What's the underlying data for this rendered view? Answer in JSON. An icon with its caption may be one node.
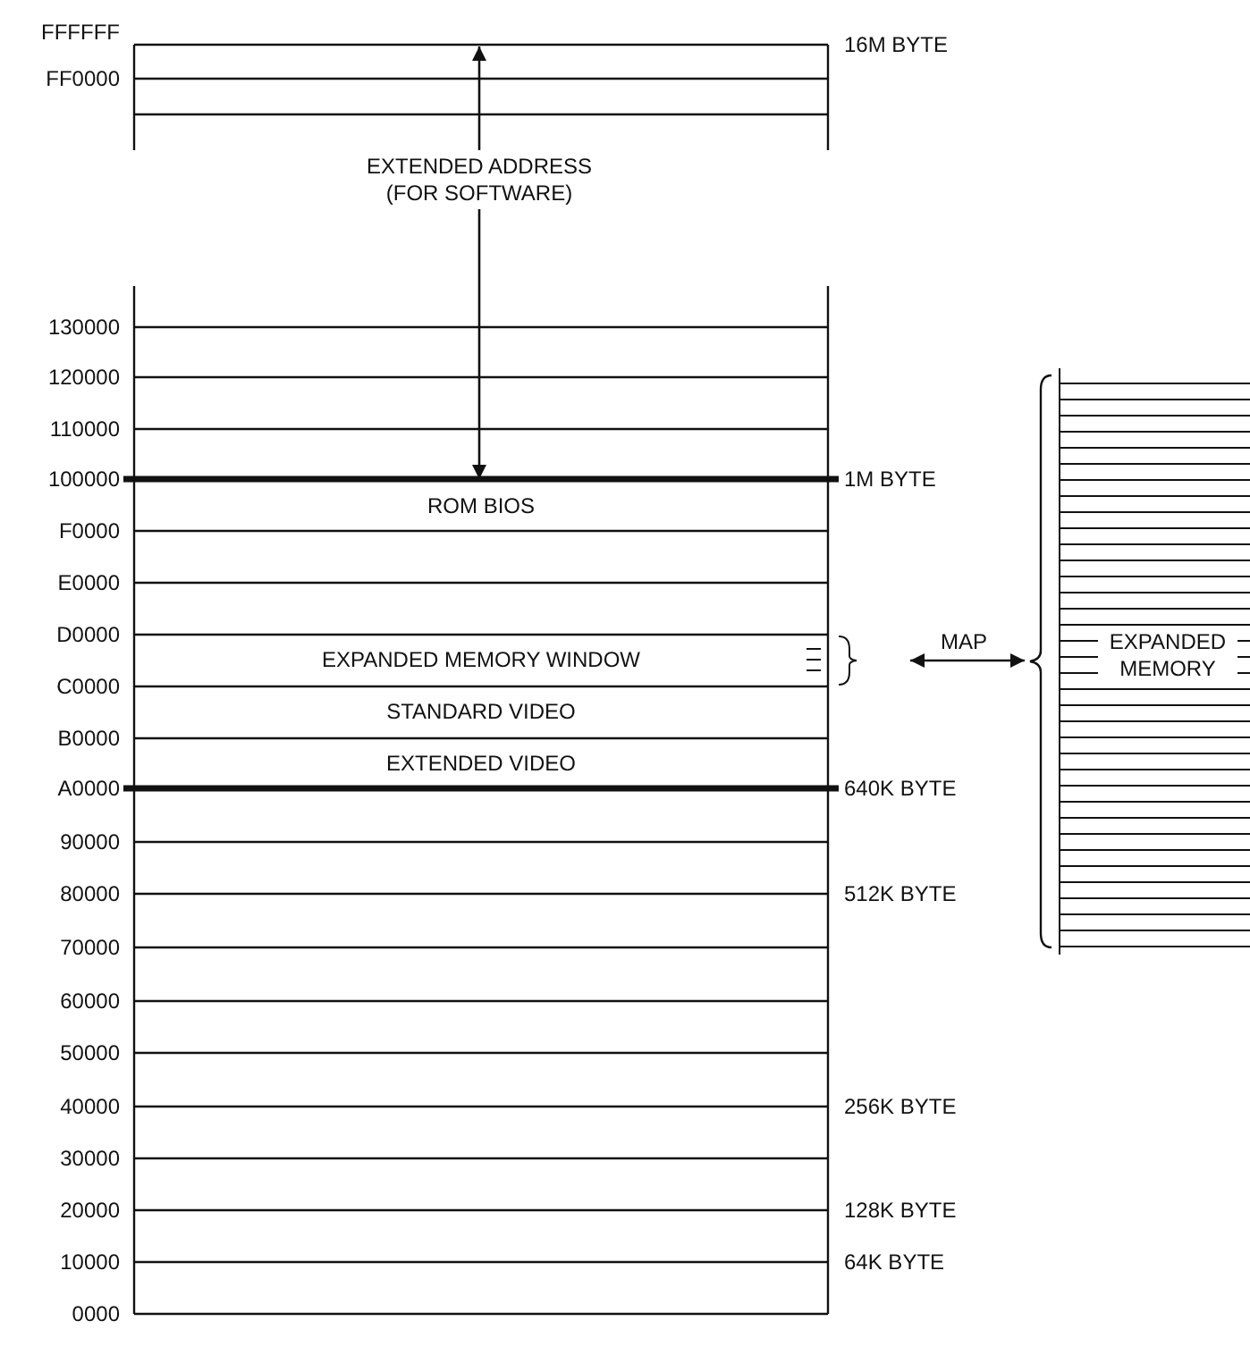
{
  "diagram": {
    "nodes": [
      {
        "text": [
          "EXTENDED ADDRESS (FOR SOFTWARE)"
        ]
      },
      {
        "text": [
          "ROM BIOS"
        ]
      },
      {
        "text": [
          "EXPANDED MEMORY WINDOW"
        ]
      },
      {
        "text": [
          "STANDARD VIDEO"
        ]
      },
      {
        "text": [
          "EXTENDED VIDEO"
        ]
      },
      {
        "text": [
          "EXPANDED MEMORY"
        ]
      }
    ],
    "edges": [
      {
        "from": 0,
        "to": null,
        "arrow": "to"
      },
      {
        "from": 0,
        "to": 1,
        "arrow": "to"
      },
      {
        "from": 2,
        "to": 5,
        "arrow": "both",
        "label": "MAP"
      }
    ],
    "labels": [
      "FFFFFF",
      "16M BYTE",
      "FF0000",
      "130000",
      "120000",
      "110000",
      "100000",
      "1M BYTE",
      "F0000",
      "E0000",
      "D0000",
      "C0000",
      "B0000",
      "A0000",
      "640K BYTE",
      "90000",
      "80000",
      "512K BYTE",
      "70000",
      "60000",
      "50000",
      "40000",
      "256K BYTE",
      "30000",
      "20000",
      "128K BYTE",
      "10000",
      "64K BYTE",
      "0000"
    ]
  }
}
